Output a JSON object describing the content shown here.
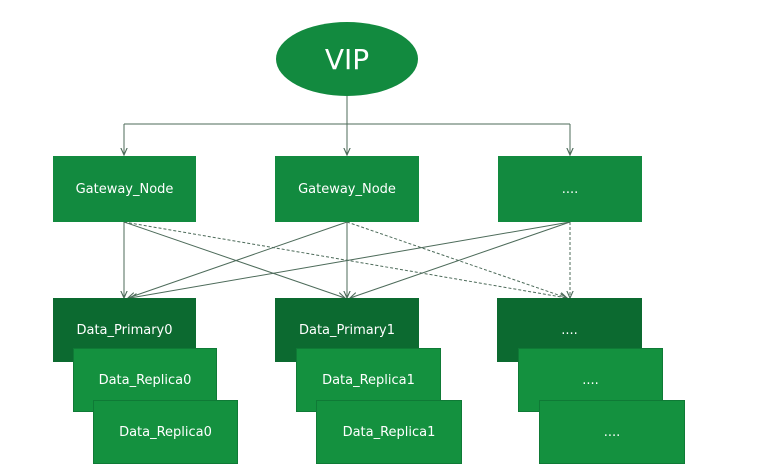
{
  "diagram": {
    "vip_label": "VIP",
    "gateway_nodes": [
      "Gateway_Node",
      "Gateway_Node",
      "...."
    ],
    "data_primaries": [
      "Data_Primary0",
      "Data_Primary1",
      "...."
    ],
    "replicas_row1": [
      "Data_Replica0",
      "Data_Replica1",
      "...."
    ],
    "replicas_row2": [
      "Data_Replica0",
      "Data_Replica1",
      "...."
    ]
  },
  "colors": {
    "node_green": "#128a3f",
    "primary_green": "#0c6a30",
    "replica_green": "#14913f",
    "connector": "#4d6b5a"
  }
}
